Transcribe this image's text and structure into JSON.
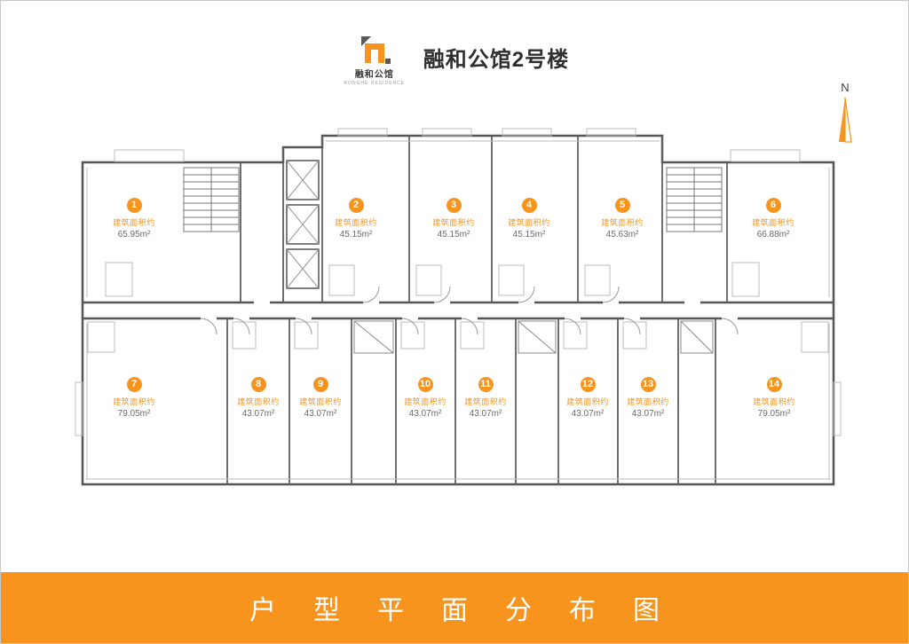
{
  "header": {
    "title": "融和公馆2号楼",
    "logo": {
      "name": "融和公馆",
      "subtext": "RONGHE RESIDENCE"
    }
  },
  "compass": {
    "north_label": "N"
  },
  "floorplan": {
    "area_label": "建筑面积约",
    "units": [
      {
        "number": "1",
        "area": "65.95m²"
      },
      {
        "number": "2",
        "area": "45.15m²"
      },
      {
        "number": "3",
        "area": "45.15m²"
      },
      {
        "number": "4",
        "area": "45.15m²"
      },
      {
        "number": "5",
        "area": "45.63m²"
      },
      {
        "number": "6",
        "area": "66.88m²"
      },
      {
        "number": "7",
        "area": "79.05m²"
      },
      {
        "number": "8",
        "area": "43.07m²"
      },
      {
        "number": "9",
        "area": "43.07m²"
      },
      {
        "number": "10",
        "area": "43.07m²"
      },
      {
        "number": "11",
        "area": "43.07m²"
      },
      {
        "number": "12",
        "area": "43.07m²"
      },
      {
        "number": "13",
        "area": "43.07m²"
      },
      {
        "number": "14",
        "area": "79.05m²"
      }
    ]
  },
  "footer": {
    "title": "户型平面分布图"
  },
  "colors": {
    "accent": "#F7941E",
    "wall": "#555555"
  }
}
